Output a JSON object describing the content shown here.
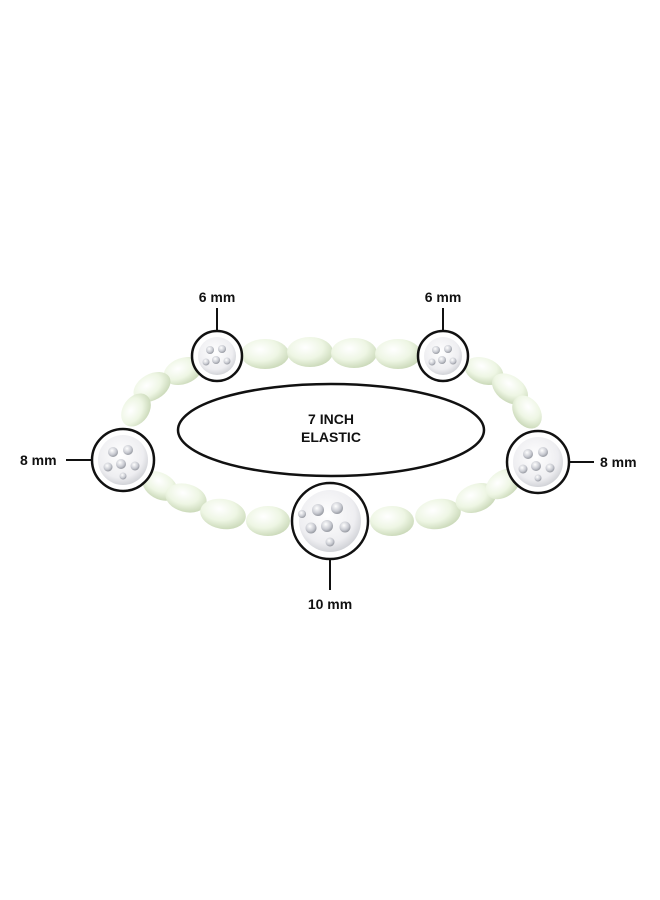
{
  "colors": {
    "background": "#ffffff",
    "pearl": "#edf5e2",
    "pearl_shadow": "#c9d8b8",
    "crystal_bead": "#f4f4f6",
    "crystal_stone": "#b7b9bf",
    "ring": "#111111"
  },
  "center": {
    "line1": "7 INCH",
    "line2": "ELASTIC"
  },
  "beads": [
    {
      "id": "top-left",
      "size_label": "6 mm"
    },
    {
      "id": "top-right",
      "size_label": "6 mm"
    },
    {
      "id": "left",
      "size_label": "8 mm"
    },
    {
      "id": "right",
      "size_label": "8 mm"
    },
    {
      "id": "bottom",
      "size_label": "10 mm"
    }
  ]
}
